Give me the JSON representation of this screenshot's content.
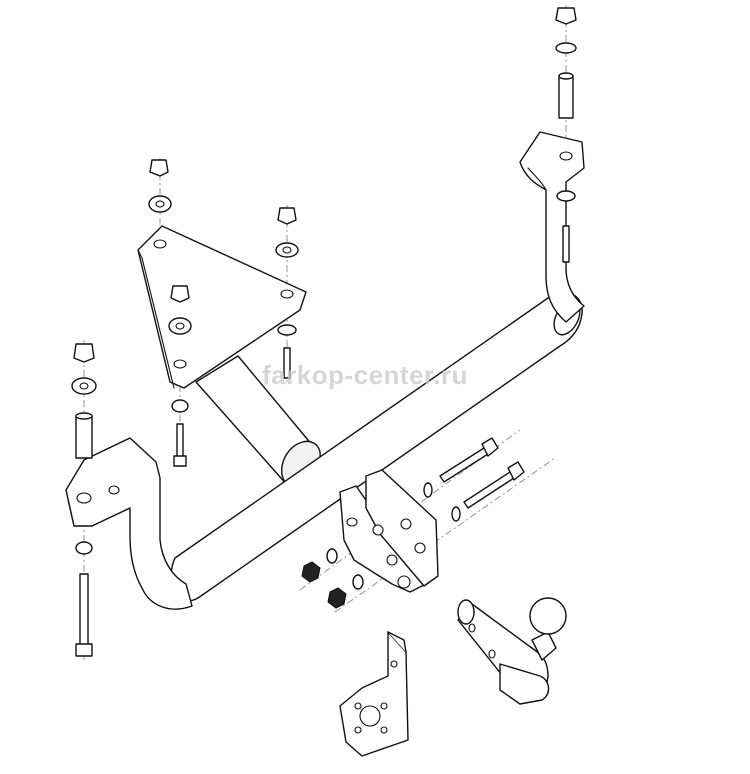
{
  "watermark": {
    "text": "farkop-center.ru"
  },
  "colors": {
    "line": "#111111",
    "axis": "#8a8a8a",
    "watermark": "#c9c9c9",
    "background": "#ffffff"
  },
  "parts": [
    "crossbar-tube",
    "right-bracket-arm",
    "left-bracket-arm",
    "triangular-mounting-plate",
    "center-support-tube",
    "hitch-receiver-bracket",
    "tow-ball-neck",
    "socket-mounting-plate",
    "bolts",
    "washers",
    "nuts"
  ]
}
